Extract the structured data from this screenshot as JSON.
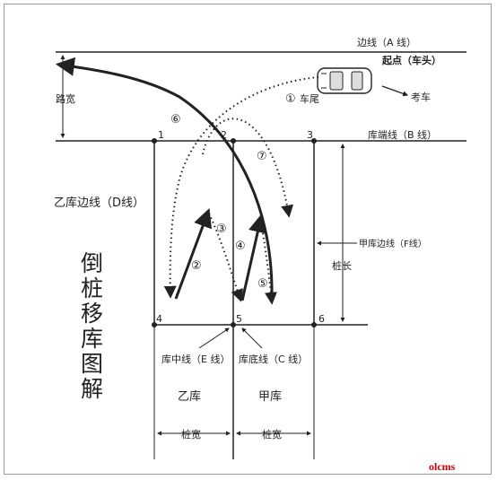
{
  "labels": {
    "line_a": "边线（A 线）",
    "start_point": "起点（车头）",
    "examinee_car": "考车",
    "car_rear": "车尾",
    "road_width": "路宽",
    "line_b": "库端线（B 线）",
    "line_d": "乙库边线（D线）",
    "line_f": "甲库边线（F线）",
    "pile_length": "桩长",
    "line_e": "库中线（E 线）",
    "line_c": "库底线（C 线）",
    "garage_yi": "乙库",
    "garage_jia": "甲库",
    "pile_width_1": "桩宽",
    "pile_width_2": "桩宽",
    "title_chars": [
      "倒",
      "桩",
      "移",
      "库",
      "图",
      "解"
    ],
    "watermark": "olcms"
  },
  "points": [
    "1",
    "2",
    "3",
    "4",
    "5",
    "6"
  ],
  "steps": [
    "①",
    "②",
    "③",
    "④",
    "⑤",
    "⑥",
    "⑦"
  ],
  "colors": {
    "line": "#222222",
    "watermark": "#cc0000"
  }
}
